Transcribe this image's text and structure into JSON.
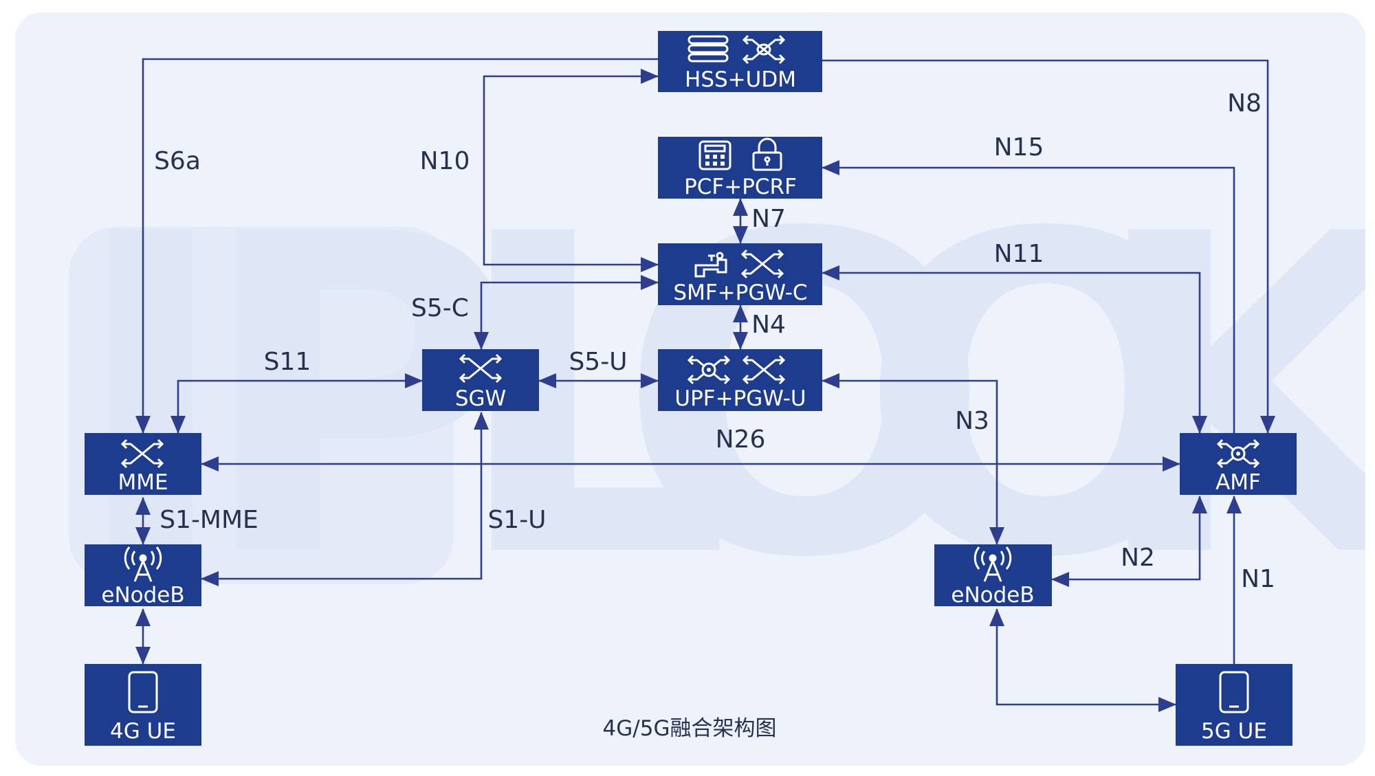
{
  "colors": {
    "panel": "#eef2fb",
    "node_fill": "#1e3c8e",
    "line": "#2d3e8f",
    "label": "#27304d",
    "watermark": "#dfe6f6"
  },
  "watermark": "IPLOOK",
  "caption": "4G/5G融合架构图",
  "nodes": {
    "hss_udm": {
      "label": "HSS+UDM",
      "icons": [
        "server-rack-icon",
        "network-switch-icon"
      ]
    },
    "pcf_pcrf": {
      "label": "PCF+PCRF",
      "icons": [
        "calculator-icon",
        "lock-icon"
      ]
    },
    "smf_pgw_c": {
      "label": "SMF+PGW-C",
      "icons": [
        "faucet-icon",
        "network-switch-icon"
      ]
    },
    "upf_pgw_u": {
      "label": "UPF+PGW-U",
      "icons": [
        "router-icon",
        "network-switch-icon"
      ]
    },
    "sgw": {
      "label": "SGW",
      "icons": [
        "network-switch-icon"
      ]
    },
    "mme": {
      "label": "MME",
      "icons": [
        "network-switch-icon"
      ]
    },
    "amf": {
      "label": "AMF",
      "icons": [
        "router-icon"
      ]
    },
    "enodeb_4g": {
      "label": "eNodeB",
      "icons": [
        "antenna-tower-icon"
      ]
    },
    "enodeb_5g": {
      "label": "eNodeB",
      "icons": [
        "antenna-tower-icon"
      ]
    },
    "ue_4g": {
      "label": "4G UE",
      "icons": [
        "smartphone-icon"
      ]
    },
    "ue_5g": {
      "label": "5G UE",
      "icons": [
        "smartphone-icon"
      ]
    }
  },
  "interfaces": {
    "s6a": "S6a",
    "n10": "N10",
    "n8": "N8",
    "n15": "N15",
    "n7": "N7",
    "n11": "N11",
    "s5c": "S5-C",
    "n4": "N4",
    "s11": "S11",
    "s5u": "S5-U",
    "n3": "N3",
    "n26": "N26",
    "s1mme": "S1-MME",
    "s1u": "S1-U",
    "n2": "N2",
    "n1": "N1"
  }
}
